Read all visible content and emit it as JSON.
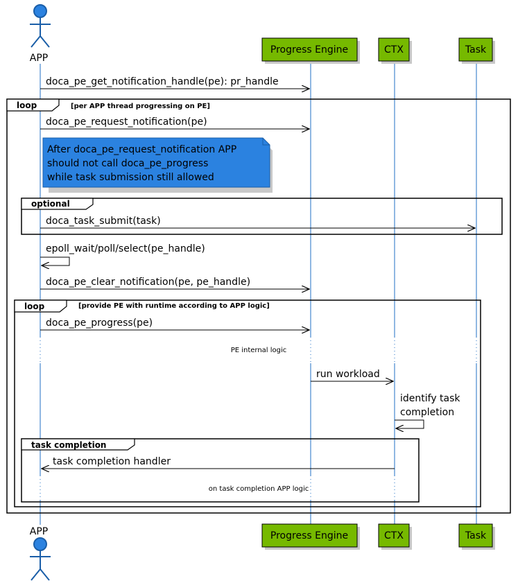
{
  "participants": {
    "app": "APP",
    "pe": "Progress Engine",
    "ctx": "CTX",
    "task": "Task"
  },
  "messages": {
    "get_handle": "doca_pe_get_notification_handle(pe): pr_handle",
    "request_notification": "doca_pe_request_notification(pe)",
    "task_submit": "doca_task_submit(task)",
    "epoll_wait": "epoll_wait/poll/select(pe_handle)",
    "clear_notification": "doca_pe_clear_notification(pe, pe_handle)",
    "progress": "doca_pe_progress(pe)",
    "run_workload": "run workload",
    "identify_line1": "identify task",
    "identify_line2": "completion",
    "completion_handler": "task completion handler"
  },
  "note": {
    "line1": "After doca_pe_request_notification APP",
    "line2": "should not call doca_pe_progress",
    "line3": "while task submission still allowed"
  },
  "frames": {
    "outer_loop": {
      "title": "loop",
      "condition": "[per APP thread progressing on PE]"
    },
    "optional": {
      "title": "optional",
      "condition": ""
    },
    "inner_loop": {
      "title": "loop",
      "condition": "[provide PE with runtime according to APP logic]"
    },
    "task_completion": {
      "title": "task completion",
      "condition": ""
    }
  },
  "dividers": {
    "pe_internal": "PE internal logic",
    "app_logic": "on task completion APP logic"
  },
  "colors": {
    "lifeline": "#1f6fc5",
    "participant_fill": "#76b900",
    "actor_fill": "#2b82e0",
    "note_fill": "#2b82e0",
    "shadow": "#c8c8c8"
  }
}
